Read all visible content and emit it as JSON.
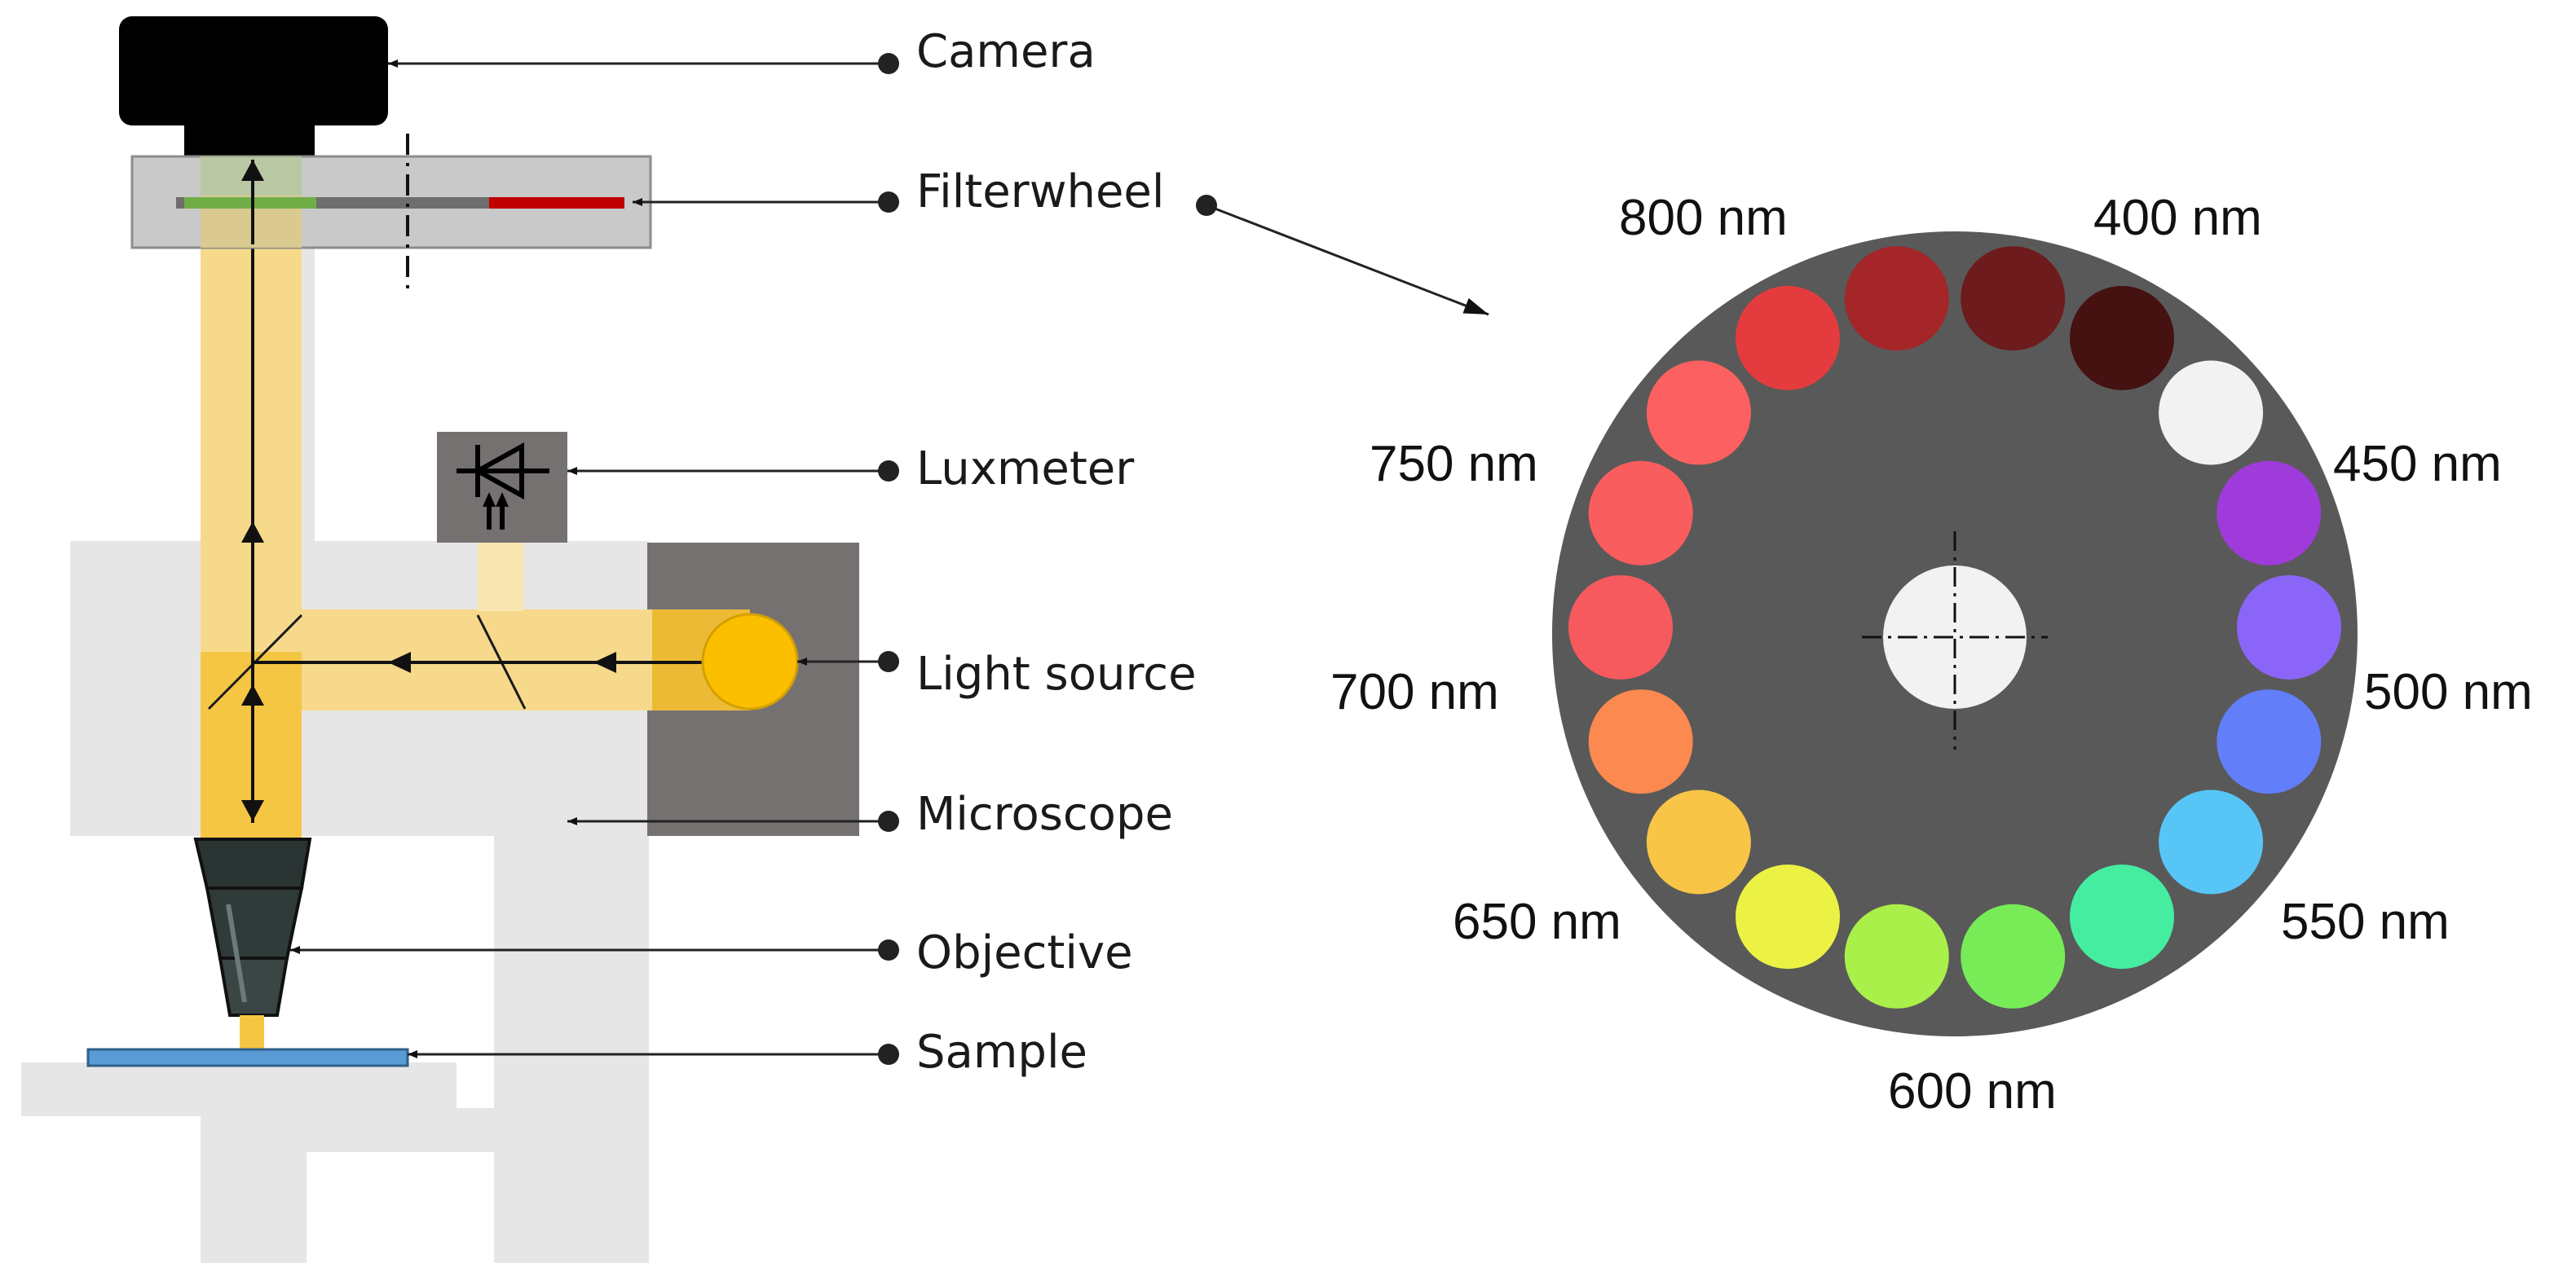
{
  "labels": {
    "camera": "Camera",
    "filterwheel": "Filterwheel",
    "luxmeter": "Luxmeter",
    "light_source": "Light source",
    "microscope": "Microscope",
    "objective": "Objective",
    "sample": "Sample"
  },
  "wheel": {
    "wavelength_labels": [
      "400 nm",
      "450 nm",
      "500 nm",
      "550 nm",
      "600 nm",
      "650 nm",
      "700 nm",
      "750 nm",
      "800 nm"
    ],
    "filter_colors": [
      "#a03bdb",
      "#8b65f7",
      "#627ef8",
      "#57c6f7",
      "#45eda0",
      "#77ec57",
      "#aaf04a",
      "#ecf243",
      "#f8c547",
      "#fb8950",
      "#f65a5f",
      "#fa5d5e",
      "#fd6060",
      "#e43c3e",
      "#a42628",
      "#6e1b1d",
      "#451111",
      "#f2f2f2"
    ],
    "plate_color": "#595959",
    "hub_color": "#f2f2f2"
  },
  "colors": {
    "light_path": "#f6d98a",
    "light_path_dark": "#f5c643",
    "light_source": "#fbbf00",
    "microscope_body": "#e6e6e6",
    "housing": "#767171",
    "camera": "#000000",
    "filter_red": "#c00000",
    "filter_green": "#70ad47",
    "sample": "#5b9bd5"
  },
  "icons": {
    "luxmeter": "photodiode-icon"
  }
}
